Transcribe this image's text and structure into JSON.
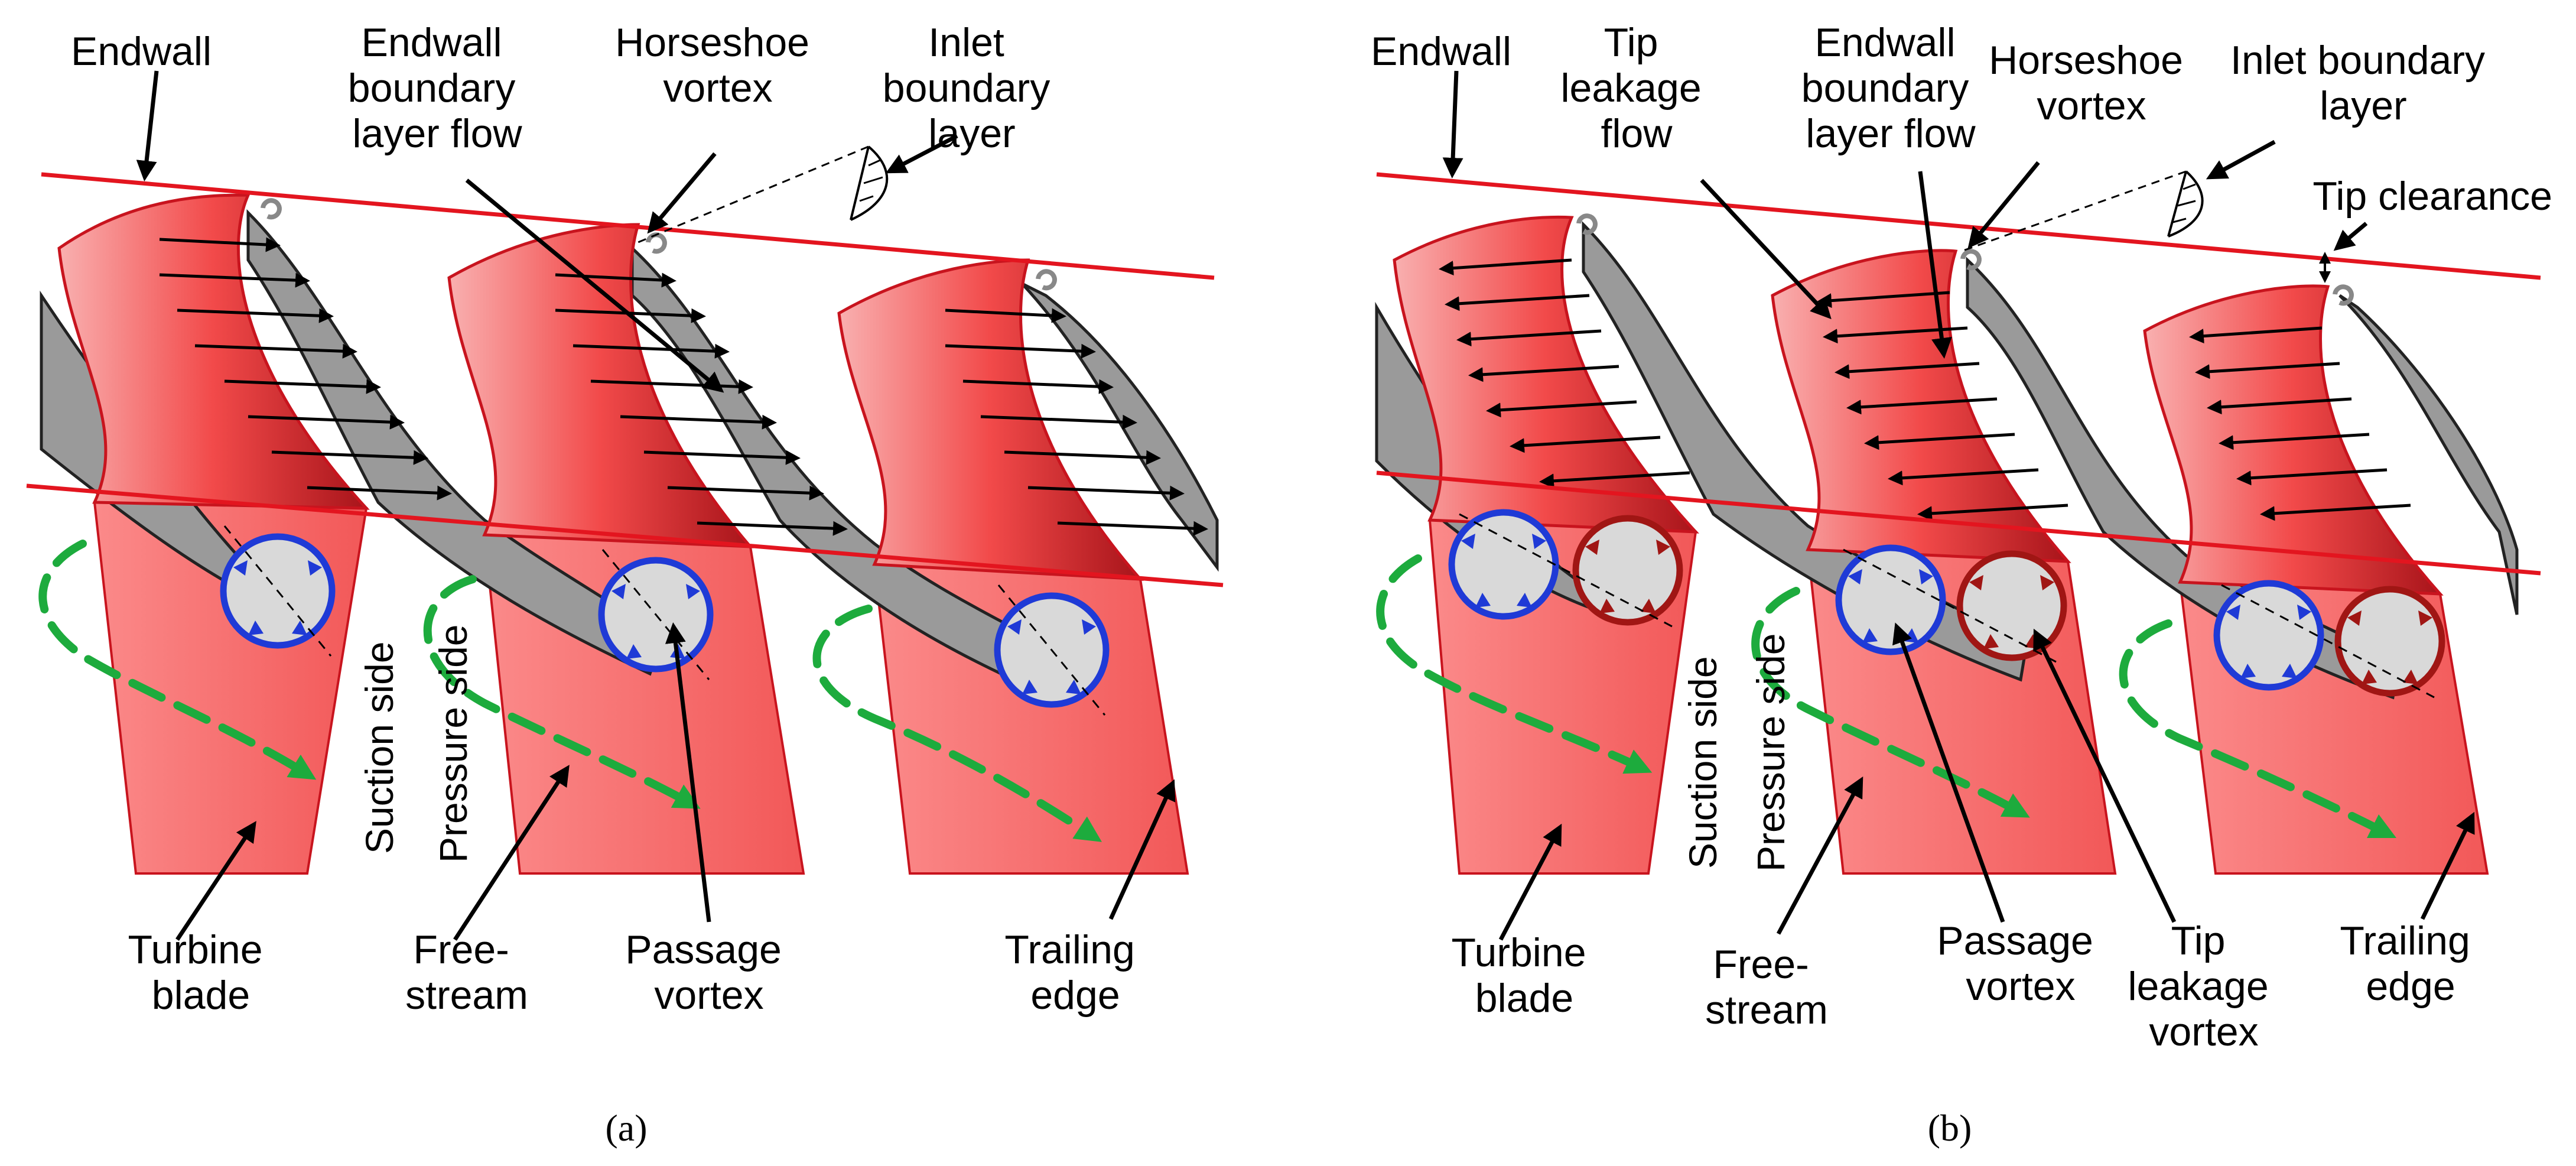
{
  "colors": {
    "blade_fill": "#f86a6a",
    "blade_stroke": "#c8141e",
    "endwall_line": "#e3151f",
    "vortex_surface": "#9a9a9a",
    "passage_vortex": "#1f3ad6",
    "tip_leakage_vortex": "#a01614",
    "freestream": "#1dab3d",
    "vortex_core": "#d9d9d9"
  },
  "panel_a": {
    "caption": "(a)",
    "labels": {
      "endwall": "Endwall",
      "endwall_bl": [
        "Endwall",
        "boundary",
        "layer flow"
      ],
      "horseshoe": [
        "Horseshoe",
        "vortex"
      ],
      "inlet_bl": [
        "Inlet",
        "boundary",
        "layer"
      ],
      "suction_side": "Suction side",
      "pressure_side": "Pressure side",
      "turbine_blade": [
        "Turbine",
        "blade"
      ],
      "freestream": [
        "Free-",
        "stream"
      ],
      "passage_vortex": [
        "Passage",
        "vortex"
      ],
      "trailing_edge": [
        "Trailing",
        "edge"
      ]
    }
  },
  "panel_b": {
    "caption": "(b)",
    "labels": {
      "endwall": "Endwall",
      "tip_leakage_flow": [
        "Tip",
        "leakage",
        "flow"
      ],
      "endwall_bl": [
        "Endwall",
        "boundary",
        "layer flow"
      ],
      "horseshoe": [
        "Horseshoe",
        "vortex"
      ],
      "inlet_bl": [
        "Inlet boundary",
        "layer"
      ],
      "tip_clearance": "Tip clearance",
      "suction_side": "Suction side",
      "pressure_side": "Pressure side",
      "turbine_blade": [
        "Turbine",
        "blade"
      ],
      "freestream": [
        "Free-",
        "stream"
      ],
      "passage_vortex": [
        "Passage",
        "vortex"
      ],
      "tip_leakage_vortex": [
        "Tip",
        "leakage",
        "vortex"
      ],
      "trailing_edge": [
        "Trailing",
        "edge"
      ]
    }
  }
}
